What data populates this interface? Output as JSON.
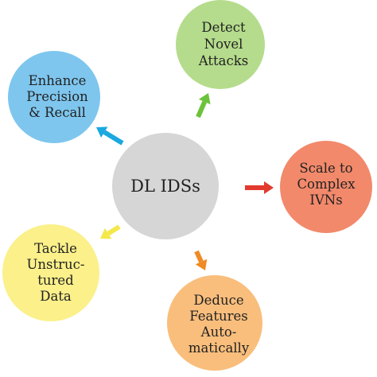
{
  "diagram": {
    "center": {
      "label": "DL IDSs",
      "color": "#d6d6d6"
    },
    "nodes": [
      {
        "id": "detect",
        "lines": [
          "Detect",
          "Novel",
          "Attacks"
        ],
        "fill": "#b5dc8c",
        "arrow_color": "#6cc23a"
      },
      {
        "id": "scale",
        "lines": [
          "Scale to",
          "Complex",
          "IVNs"
        ],
        "fill": "#f2896b",
        "arrow_color": "#e23b2e"
      },
      {
        "id": "deduce",
        "lines": [
          "Deduce",
          "Features",
          "Auto-",
          "matically"
        ],
        "fill": "#f9be7c",
        "arrow_color": "#f08a24"
      },
      {
        "id": "tackle",
        "lines": [
          "Tackle",
          "Unstruc-",
          "tured",
          "Data"
        ],
        "fill": "#fbf08a",
        "arrow_color": "#f4e84a"
      },
      {
        "id": "enhance",
        "lines": [
          "Enhance",
          "Precision",
          "& Recall"
        ],
        "fill": "#7ec6ee",
        "arrow_color": "#1ba8e0"
      }
    ]
  }
}
